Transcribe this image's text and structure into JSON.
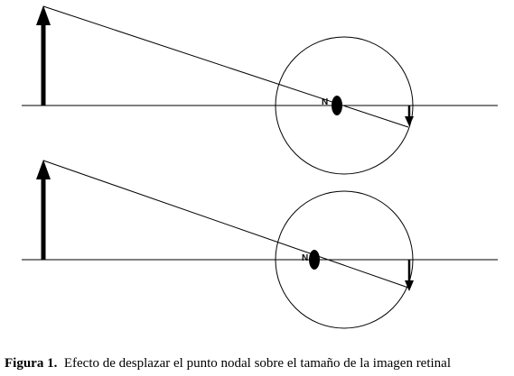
{
  "panels": [
    {
      "name": "top-panel",
      "nodal_point_label": "N"
    },
    {
      "name": "bottom-panel",
      "nodal_point_label": "N"
    }
  ],
  "caption": {
    "label": "Figura 1.",
    "text": "Efecto de desplazar el punto nodal sobre el tamaño de la imagen retinal"
  },
  "colors": {
    "ink": "#000000",
    "background": "#ffffff"
  }
}
